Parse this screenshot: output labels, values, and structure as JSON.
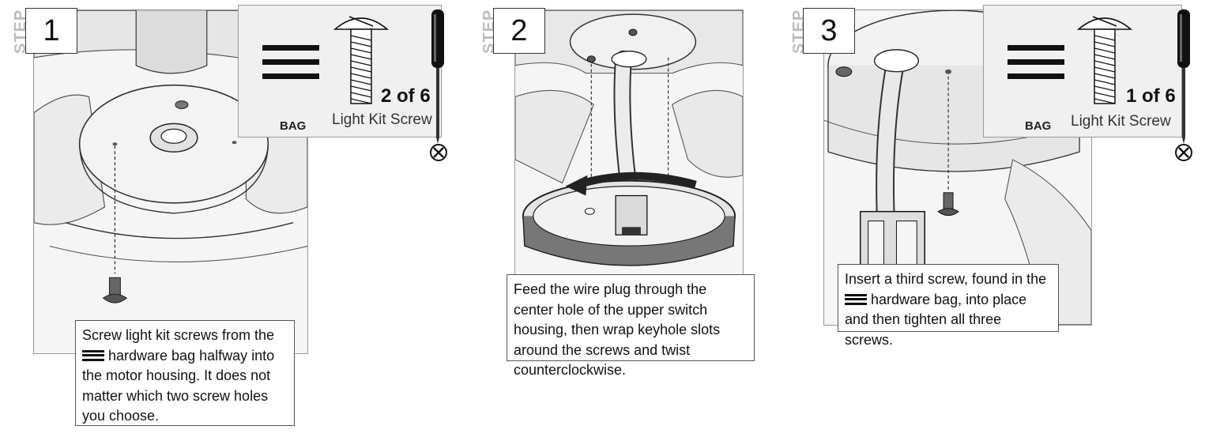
{
  "steps": [
    {
      "step_word": "STEP",
      "number": "1",
      "hardware": {
        "bag_label": "BAG",
        "item_name": "Light Kit Screw",
        "count": "2 of 6"
      },
      "caption": {
        "before_icon": "Screw light kit screws from the",
        "after_icon": "hardware bag halfway into the motor housing. It does not matter which two screw holes you choose."
      }
    },
    {
      "step_word": "STEP",
      "number": "2",
      "caption": {
        "text": "Feed the wire plug through the center hole of the upper switch housing, then wrap keyhole slots around the screws and twist counterclockwise."
      }
    },
    {
      "step_word": "STEP",
      "number": "3",
      "hardware": {
        "bag_label": "BAG",
        "item_name": "Light Kit Screw",
        "count": "1 of 6"
      },
      "caption": {
        "before_icon": "Insert a third screw, found in the",
        "after_icon": "hardware bag, into place and then tighten all three screws."
      }
    }
  ],
  "icons": {
    "bag": "hardware-bag-icon",
    "screw": "screw-icon",
    "screwdriver": "phillips-screwdriver-icon",
    "phillips_tip": "phillips-tip-icon"
  },
  "colors": {
    "line": "#222222",
    "frame": "#9a9a9a",
    "panel": "#f0f0f0",
    "step_word": "#bdbdbd"
  }
}
